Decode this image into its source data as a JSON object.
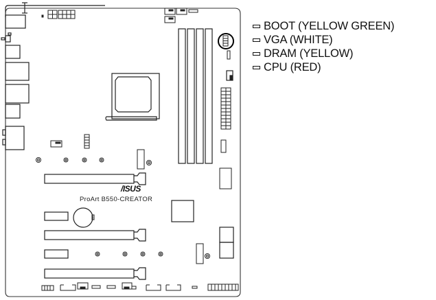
{
  "diagram": {
    "title": "Motherboard layout - Q-LED locations",
    "brand_logo": "/ISUS",
    "model_label": "ProArt  B550-CREATOR",
    "highlight": "Q-LED indicator group (circled)"
  },
  "legend": {
    "items": [
      {
        "label": "BOOT (YELLOW GREEN)",
        "icon": "led-rect-icon"
      },
      {
        "label": "VGA (WHITE)",
        "icon": "led-rect-icon"
      },
      {
        "label": "DRAM (YELLOW)",
        "icon": "led-rect-icon"
      },
      {
        "label": "CPU (RED)",
        "icon": "led-rect-icon"
      }
    ]
  }
}
